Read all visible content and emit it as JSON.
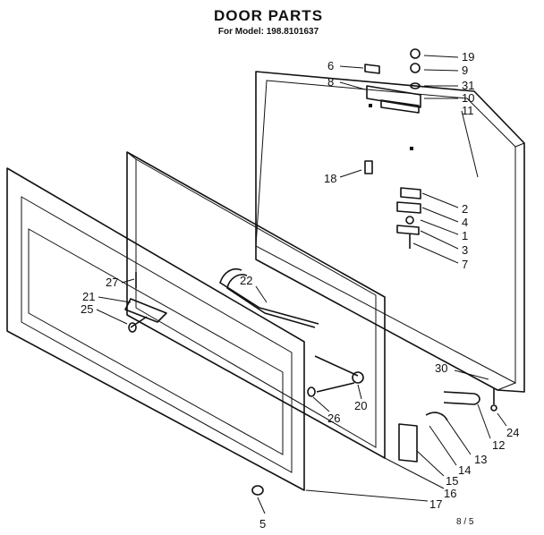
{
  "header": {
    "title": "DOOR PARTS",
    "subtitle": "For Model: 198.8101637"
  },
  "footer": {
    "page_mark": "8 / 5"
  },
  "callouts": [
    "19",
    "9",
    "31",
    "10",
    "11",
    "6",
    "8",
    "18",
    "2",
    "4",
    "1",
    "3",
    "7",
    "27",
    "21",
    "25",
    "22",
    "30",
    "24",
    "12",
    "13",
    "14",
    "15",
    "16",
    "17",
    "20",
    "26",
    "5"
  ]
}
